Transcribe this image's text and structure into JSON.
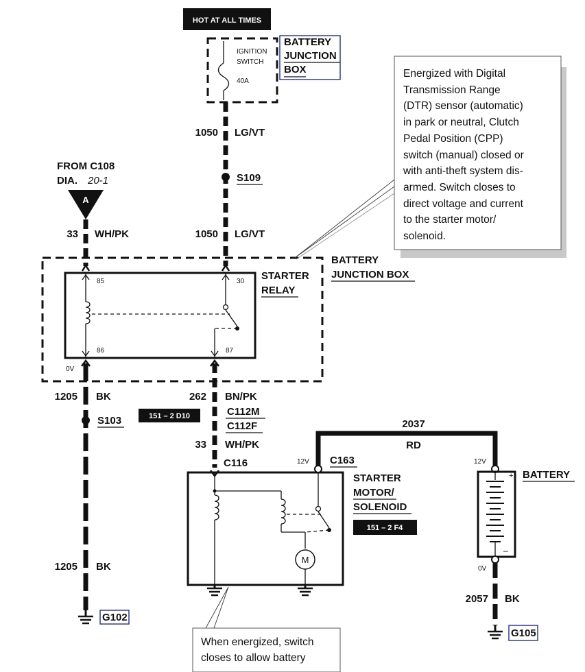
{
  "header_tag": "HOT AT ALL TIMES",
  "fuse": {
    "name_line1": "IGNITION",
    "name_line2": "SWITCH",
    "rating": "40A",
    "location_lines": [
      "BATTERY",
      "JUNCTION",
      "BOX"
    ]
  },
  "wires": {
    "w1050_top": {
      "circuit": "1050",
      "color": "LG/VT"
    },
    "splice_s109": "S109",
    "w1050_bottom": {
      "circuit": "1050",
      "color": "LG/VT"
    },
    "w33_top": {
      "circuit": "33",
      "color": "WH/PK"
    },
    "w1205_top": {
      "circuit": "1205",
      "color": "BK"
    },
    "splice_s103": "S103",
    "w1205_bottom": {
      "circuit": "1205",
      "color": "BK"
    },
    "w262": {
      "circuit": "262",
      "color": "BN/PK"
    },
    "w33_bottom": {
      "circuit": "33",
      "color": "WH/PK"
    },
    "w2037": {
      "circuit": "2037",
      "color": "RD"
    },
    "w2057": {
      "circuit": "2057",
      "color": "BK"
    }
  },
  "from_connector": {
    "line1": "FROM C108",
    "line2_prefix": "DIA.",
    "line2_ref": "20-1",
    "letter": "A"
  },
  "relay": {
    "title_lines": [
      "STARTER",
      "RELAY"
    ],
    "pin_85": "85",
    "pin_86": "86",
    "pin_30": "30",
    "pin_87": "87",
    "voltage_label": "0V"
  },
  "relay_location_lines": [
    "BATTERY",
    "JUNCTION BOX"
  ],
  "connectors": {
    "c112m": "C112M",
    "c112f": "C112F",
    "c116": "C116",
    "c163": "C163"
  },
  "page_refs": {
    "ref_left": "151 – 2 D10",
    "ref_right": "151 – 2 F4"
  },
  "starter": {
    "title_lines": [
      "STARTER",
      "MOTOR/",
      "SOLENOID"
    ],
    "motor_symbol": "M",
    "voltage_label": "12V"
  },
  "battery": {
    "title": "BATTERY",
    "top_voltage": "12V",
    "bottom_voltage": "0V",
    "plus": "+",
    "minus": "–"
  },
  "grounds": {
    "g102": "G102",
    "g105": "G105"
  },
  "note_top": [
    "Energized with  Digital",
    "Transmission Range",
    "(DTR) sensor (automatic)",
    "in park or neutral, Clutch",
    "Pedal Position (CPP)",
    "switch (manual) closed or",
    "with anti-theft system dis-",
    "armed. Switch closes to",
    "direct voltage and current",
    "to the starter motor/",
    "solenoid."
  ],
  "note_bottom": [
    "When energized, switch",
    "closes to allow battery"
  ],
  "colors": {
    "ink": "#111111",
    "link_box": "#1f2c9c",
    "page_bg": "#ffffff"
  }
}
